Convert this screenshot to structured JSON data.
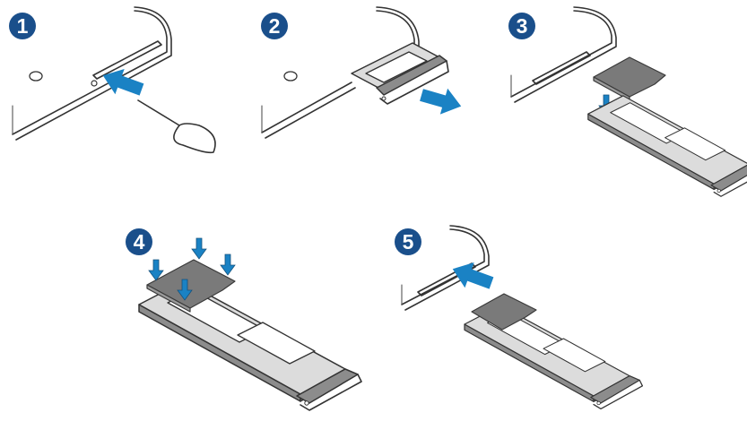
{
  "steps": [
    {
      "number": "1"
    },
    {
      "number": "2"
    },
    {
      "number": "3"
    },
    {
      "number": "4"
    },
    {
      "number": "5"
    }
  ],
  "colors": {
    "badge": "#1a4f8b",
    "arrow": "#1a82c4",
    "sim_card": "#7a7a7a",
    "tray": "#dcdcdc",
    "outline": "#333333"
  },
  "icons": [
    "ejection-pin-icon",
    "sim-tray-icon",
    "sim-card-icon",
    "push-arrow-icon",
    "pull-arrow-icon",
    "press-down-arrow-icon"
  ]
}
